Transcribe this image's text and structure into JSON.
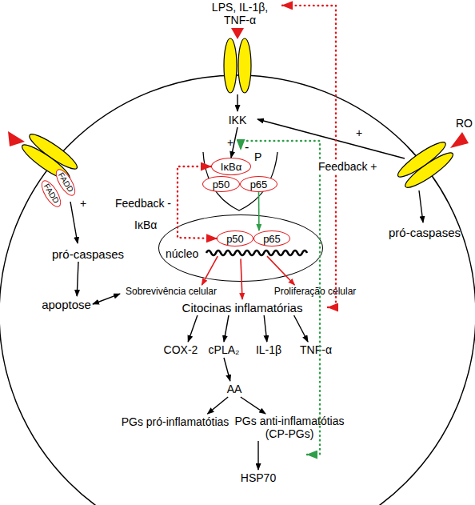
{
  "diagram": {
    "nodes": [
      {
        "text": [
          "LPS, IL-1β, TNF-α"
        ]
      },
      {
        "text": [
          "FADD"
        ]
      },
      {
        "text": [
          "FADD"
        ]
      },
      {
        "text": [
          "IKK"
        ]
      },
      {
        "text": [
          "IκBα"
        ]
      },
      {
        "text": [
          "p50"
        ]
      },
      {
        "text": [
          "p65"
        ]
      },
      {
        "text": [
          "núcleo"
        ]
      },
      {
        "text": [
          "p50"
        ],
        "in": 7
      },
      {
        "text": [
          "p65"
        ],
        "in": 7
      },
      {
        "text": [
          "pró-caspases"
        ]
      },
      {
        "text": [
          "pró-caspases"
        ]
      },
      {
        "text": [
          "apoptose"
        ]
      },
      {
        "text": [
          "Sobrevivência celular"
        ]
      },
      {
        "text": [
          "Proliferação celular"
        ]
      },
      {
        "text": [
          "Citocinas inflamatórias"
        ]
      },
      {
        "text": [
          "COX-2"
        ]
      },
      {
        "text": [
          "cPLA₂"
        ]
      },
      {
        "text": [
          "IL-1β"
        ]
      },
      {
        "text": [
          "TNF-α"
        ]
      },
      {
        "text": [
          "AA"
        ]
      },
      {
        "text": [
          "PGs pró-inflamatótias"
        ]
      },
      {
        "text": [
          "PGs anti-inflamatótias (CP-PGs)"
        ]
      },
      {
        "text": [
          "HSP70"
        ]
      }
    ],
    "edges": [
      {
        "from": 3,
        "to": 4,
        "arrow": "to"
      },
      {
        "from": 6,
        "to": 9,
        "arrow": "to"
      },
      {
        "from": 7,
        "to": 13,
        "arrow": "to"
      },
      {
        "from": 7,
        "to": 15,
        "arrow": "to"
      },
      {
        "from": 7,
        "to": 14,
        "arrow": "to"
      },
      {
        "from": 15,
        "to": 16,
        "arrow": "to"
      },
      {
        "from": 15,
        "to": 17,
        "arrow": "to"
      },
      {
        "from": 15,
        "to": 18,
        "arrow": "to"
      },
      {
        "from": 15,
        "to": 19,
        "arrow": "to"
      },
      {
        "from": 17,
        "to": 20,
        "arrow": "to"
      },
      {
        "from": 20,
        "to": 21,
        "arrow": "to"
      },
      {
        "from": 20,
        "to": 22,
        "arrow": "to"
      },
      {
        "from": 22,
        "to": 23,
        "arrow": "to"
      },
      {
        "from": 10,
        "to": 12,
        "arrow": "to"
      },
      {
        "from": 12,
        "to": 13,
        "arrow": "both"
      },
      {
        "from": 8,
        "to": 4,
        "arrow": "both",
        "label": "Feedback -"
      },
      {
        "from": 15,
        "to": 0,
        "arrow": "both",
        "label": "Feedback +"
      },
      {
        "from": 23,
        "to": 3,
        "arrow": "both",
        "label": "-"
      }
    ],
    "labels": [
      "+",
      "P",
      "IκBα",
      "+",
      "+",
      "RO"
    ]
  }
}
